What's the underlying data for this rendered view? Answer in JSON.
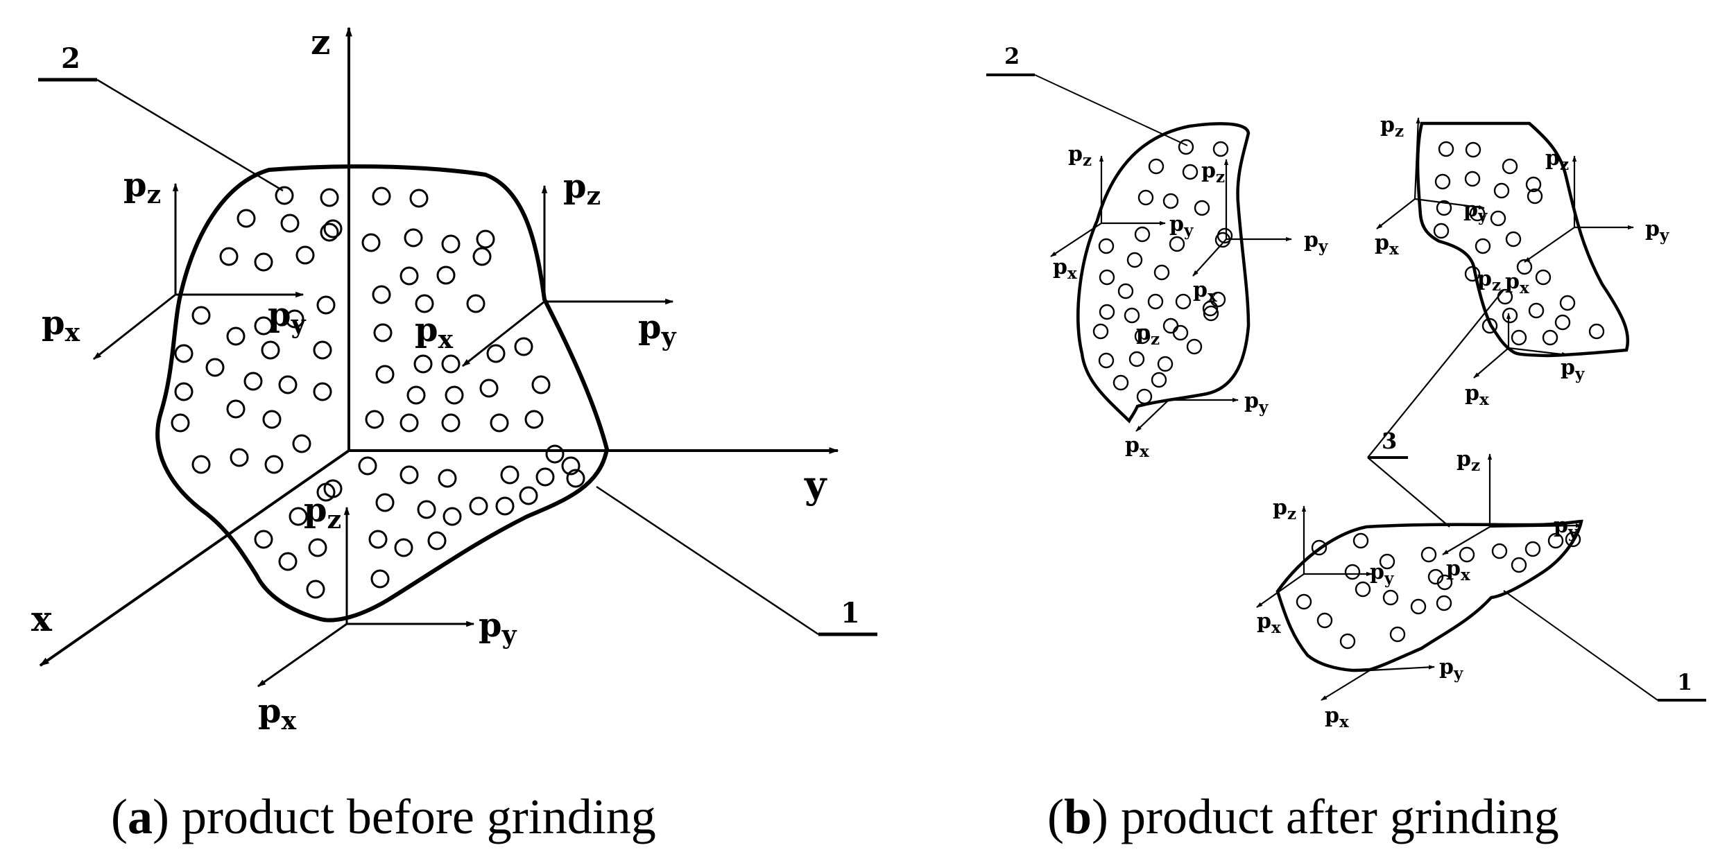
{
  "axes": {
    "x": "x",
    "y": "y",
    "z": "z"
  },
  "callouts": {
    "one": "1",
    "two": "2",
    "three": "3"
  },
  "force": {
    "px_base": "p",
    "px_sub": "x",
    "py_base": "p",
    "py_sub": "y",
    "pz_base": "p",
    "pz_sub": "z"
  },
  "captions": {
    "a": {
      "letter": "a",
      "text": " product before grinding"
    },
    "b": {
      "letter": "b",
      "text": " product after grinding"
    }
  },
  "colors": {
    "ink": "#000000",
    "background": "#ffffff"
  }
}
